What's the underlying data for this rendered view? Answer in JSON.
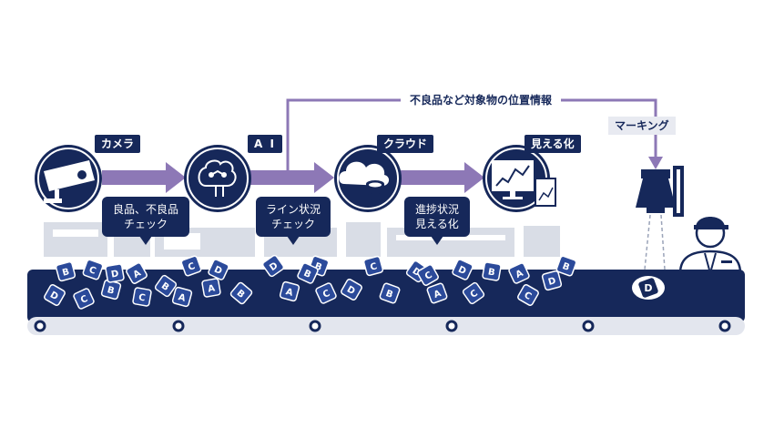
{
  "colors": {
    "navy": "#16285a",
    "arrow": "#8d78b6",
    "ghost": "#d9dde6",
    "belt": "#16285a"
  },
  "steps": [
    {
      "tag": "カメラ",
      "icon": "camera-icon"
    },
    {
      "tag": "A I",
      "icon": "ai-brain-icon"
    },
    {
      "tag": "クラウド",
      "icon": "cloud-icon"
    },
    {
      "tag": "見える化",
      "icon": "dashboard-icon"
    }
  ],
  "bubbles": [
    {
      "line1": "良品、不良品",
      "line2": "チェック"
    },
    {
      "line1": "ライン状況",
      "line2": "チェック"
    },
    {
      "line1": "進捗状況",
      "line2": "見える化"
    }
  ],
  "feedback_label": "不良品など対象物の位置情報",
  "marking_label": "マーキング",
  "items": {
    "letters": [
      "B",
      "C",
      "D",
      "C",
      "B",
      "A",
      "C",
      "B",
      "C",
      "D",
      "A",
      "B",
      "D",
      "A",
      "B",
      "C",
      "D",
      "C",
      "B",
      "D",
      "A",
      "D",
      "C",
      "B",
      "A",
      "C",
      "D",
      "B",
      "C",
      "A",
      "D",
      "B"
    ],
    "marked_letter": "D"
  }
}
